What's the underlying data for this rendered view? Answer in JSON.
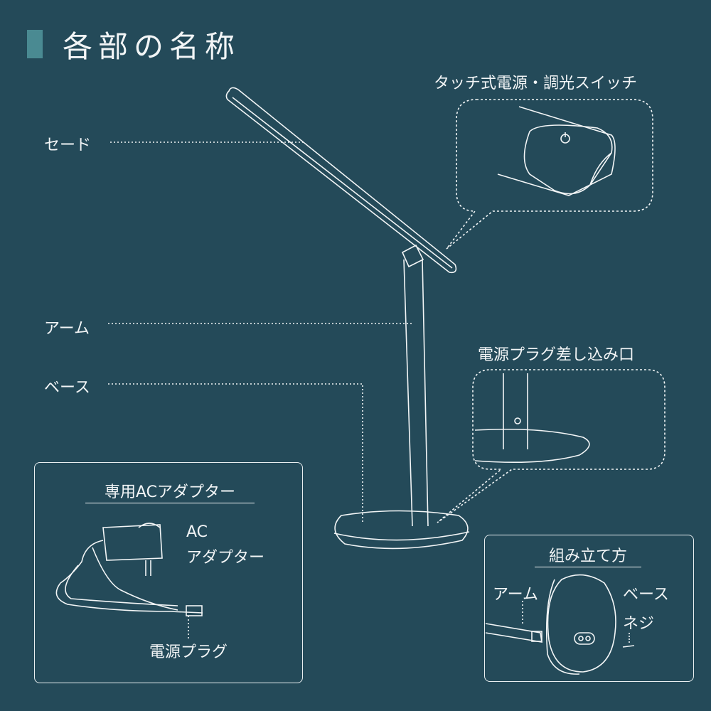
{
  "title": "各部の名称",
  "labels": {
    "shade": "セード",
    "arm": "アーム",
    "base": "ベース",
    "touch_switch": "タッチ式電源・調光スイッチ",
    "power_jack": "電源プラグ差し込み口"
  },
  "adapter_box": {
    "title": "専用ACアダプター",
    "ac_line1": "AC",
    "ac_line2": "アダプター",
    "plug": "電源プラグ"
  },
  "assembly_box": {
    "title": "組み立て方",
    "arm": "アーム",
    "base": "ベース",
    "screw": "ネジ"
  },
  "colors": {
    "background": "#244a59",
    "accent": "#4a8a92",
    "line": "#f2f5f6"
  }
}
